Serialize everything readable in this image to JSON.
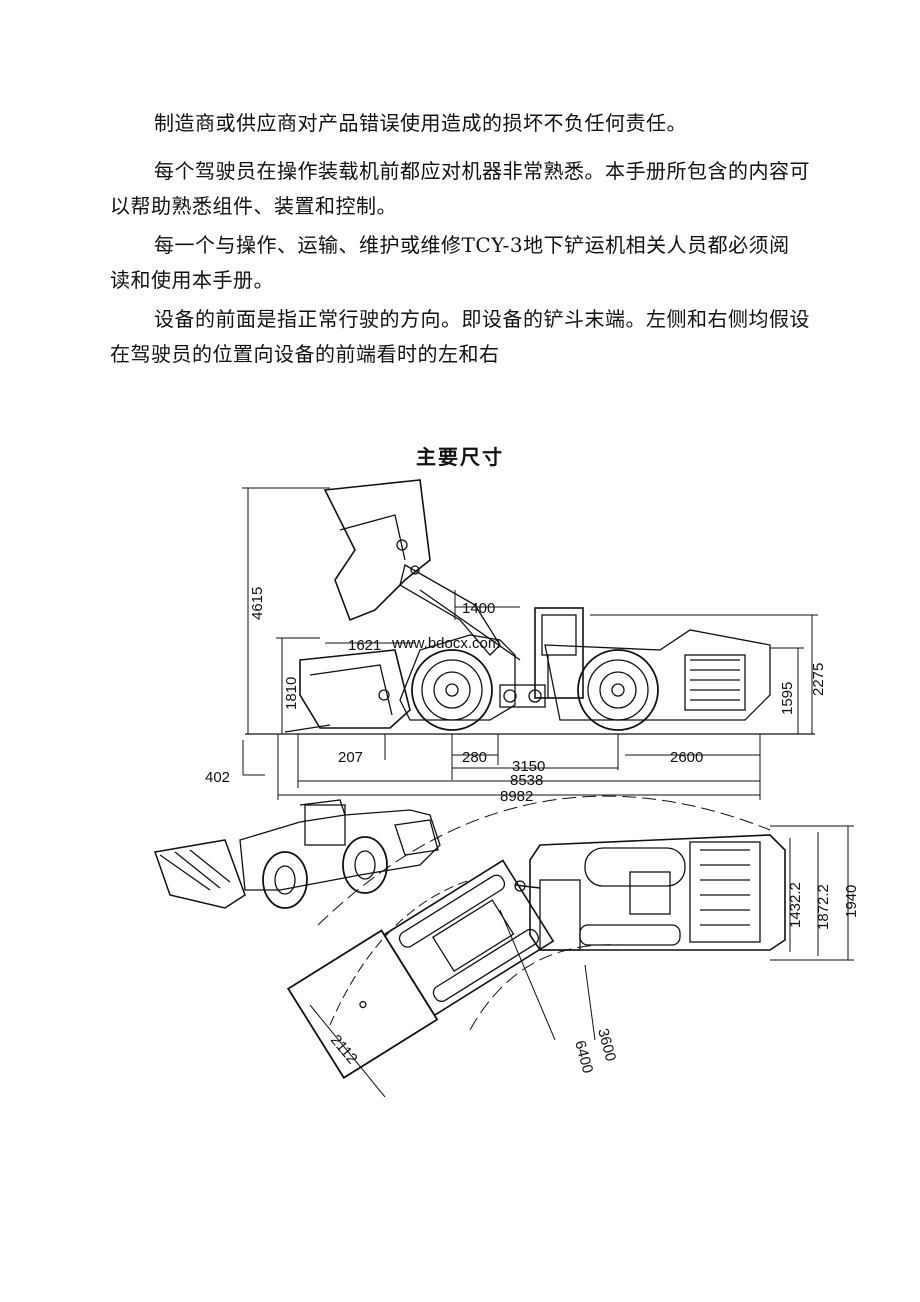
{
  "paragraphs": [
    "制造商或供应商对产品错误使用造成的损坏不负任何责任。",
    "每个驾驶员在操作装载机前都应对机器非常熟悉。本手册所包含的内容可以帮助熟悉组件、装置和控制。",
    "每一个与操作、运输、维护或维修TCY-3地下铲运机相关人员都必须阅读和使用本手册。",
    "设备的前面是指正常行驶的方向。即设备的铲斗末端。左侧和右侧均假设在驾驶员的位置向设备的前端看时的左和右"
  ],
  "figure": {
    "title": "主要尺寸",
    "watermark": "www.bdocx.com",
    "side_view_dimensions": {
      "max_height": "4615",
      "dump_reach": "1400",
      "bucket_reach": "1621",
      "bucket_height": "1810",
      "cab_height": "2275",
      "rear_height": "1595",
      "dig_depth": "207",
      "ground_clearance": "402",
      "axle_offset": "280",
      "wheelbase": "3150",
      "rear_overhang": "2600",
      "length_body": "8538",
      "length_total": "8982"
    },
    "top_view_dimensions": {
      "width_1": "1432.2",
      "width_2": "1872.2",
      "width_3": "1940",
      "bucket_width": "2112",
      "inner_radius": "3600",
      "outer_radius": "6400"
    }
  }
}
